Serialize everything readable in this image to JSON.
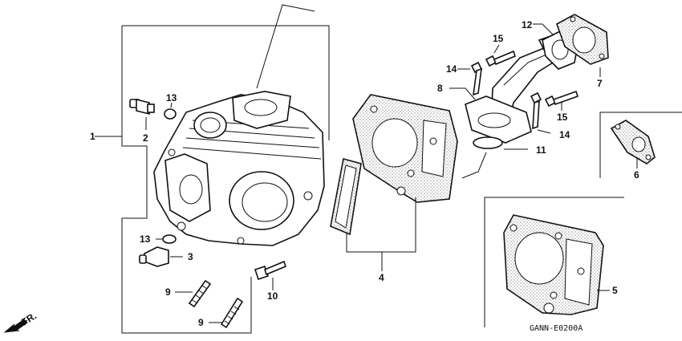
{
  "diagram": {
    "code": "GANN-E0200A",
    "front_label": "FR.",
    "callouts": [
      {
        "id": "c1",
        "text": "1"
      },
      {
        "id": "c2",
        "text": "2"
      },
      {
        "id": "c3",
        "text": "3"
      },
      {
        "id": "c4",
        "text": "4"
      },
      {
        "id": "c5",
        "text": "5"
      },
      {
        "id": "c6",
        "text": "6"
      },
      {
        "id": "c7",
        "text": "7"
      },
      {
        "id": "c8",
        "text": "8"
      },
      {
        "id": "c9a",
        "text": "9"
      },
      {
        "id": "c9b",
        "text": "9"
      },
      {
        "id": "c10",
        "text": "10"
      },
      {
        "id": "c11",
        "text": "11"
      },
      {
        "id": "c12",
        "text": "12"
      },
      {
        "id": "c13a",
        "text": "13"
      },
      {
        "id": "c13b",
        "text": "13"
      },
      {
        "id": "c14a",
        "text": "14"
      },
      {
        "id": "c14b",
        "text": "14"
      },
      {
        "id": "c15a",
        "text": "15"
      },
      {
        "id": "c15b",
        "text": "15"
      }
    ]
  }
}
